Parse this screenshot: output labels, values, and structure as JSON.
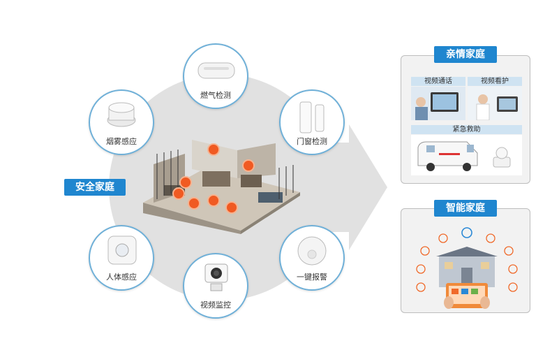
{
  "left_tag": "安全家庭",
  "nodes": {
    "gas": "燃气检测",
    "smoke": "烟雾感应",
    "door": "门窗检测",
    "body": "人体感应",
    "video": "视频监控",
    "alarm": "一键报警"
  },
  "family": {
    "title": "亲情家庭",
    "video_call": "视频通话",
    "video_care": "视频看护",
    "emergency": "紧急救助"
  },
  "smart": {
    "title": "智能家庭"
  },
  "colors": {
    "accent": "#1f86cf",
    "ring": "#6fb0d8",
    "marker": "#f05a22"
  }
}
